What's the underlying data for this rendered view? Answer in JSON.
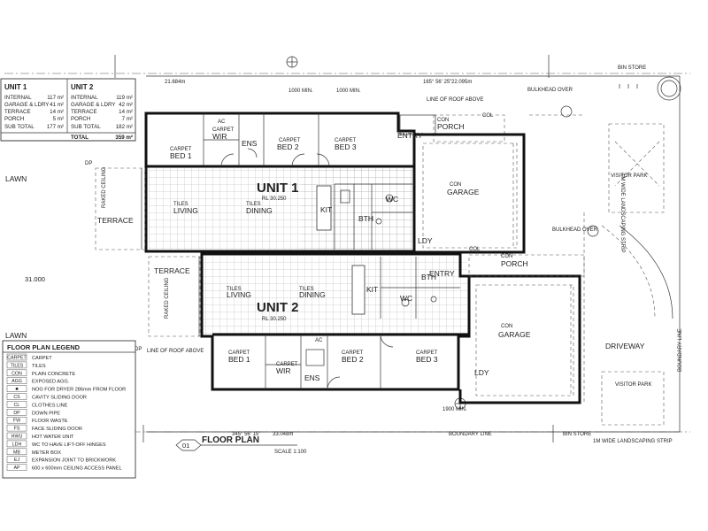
{
  "areas": {
    "unit1": {
      "title": "UNIT 1",
      "rows": [
        {
          "label": "INTERNAL",
          "value": "117 m²"
        },
        {
          "label": "GARAGE & LDRY",
          "value": "41 m²"
        },
        {
          "label": "TERRACE",
          "value": "14 m²"
        },
        {
          "label": "PORCH",
          "value": "5 m²"
        },
        {
          "label": "SUB TOTAL",
          "value": "177 m²"
        }
      ]
    },
    "unit2": {
      "title": "UNIT 2",
      "rows": [
        {
          "label": "INTERNAL",
          "value": "119 m²"
        },
        {
          "label": "GARAGE & LDRY",
          "value": "42 m²"
        },
        {
          "label": "TERRACE",
          "value": "14 m²"
        },
        {
          "label": "PORCH",
          "value": "7 m²"
        },
        {
          "label": "SUB TOTAL",
          "value": "182 m²"
        }
      ]
    },
    "total_label": "TOTAL",
    "total_value": "359 m²"
  },
  "units": {
    "unit1": {
      "name": "UNIT 1",
      "rl": "RL 30.250"
    },
    "unit2": {
      "name": "UNIT 2",
      "rl": "RL 30.250"
    }
  },
  "rooms": {
    "bed1": "BED 1",
    "bed2": "BED 2",
    "bed3": "BED 3",
    "wir": "WIR",
    "ens": "ENS",
    "living": "LIVING",
    "dining": "DINING",
    "kit": "KIT",
    "wc": "WC",
    "bth": "BTH",
    "ldy": "LDY",
    "garage": "GARAGE",
    "porch": "PORCH",
    "entry": "ENTRY",
    "terrace": "TERRACE"
  },
  "finishes": {
    "carpet": "CARPET",
    "tiles": "TILES",
    "con": "CON"
  },
  "site": {
    "lawn": "LAWN",
    "driveway": "DRIVEWAY",
    "bin_store": "BIN STORE",
    "boundary_line": "BOUNDARY LINE",
    "landscaping": "1M WIDE LANDSCAPING STRIP",
    "visitor_park": "VISITOR PARK",
    "bulkhead_over": "BULKHEAD OVER",
    "line_of_roof_above": "LINE OF ROOF ABOVE",
    "raked_ceiling": "RAKED CEILING",
    "min_1000": "1000 MIN.",
    "dim_31": "31.000",
    "dim_21684": "21.684m",
    "dim_22095": "22.095m",
    "dim_33048": "33.048m",
    "bearing_top": "165° 56' 25\"",
    "bearing_bottom": "345° 56' 15\"",
    "dim_1900": "1900 MIN.",
    "col": "COL",
    "dp": "DP",
    "ac": "AC"
  },
  "title_block": {
    "number": "01",
    "title": "FLOOR PLAN",
    "scale": "SCALE 1:100"
  },
  "legend": {
    "title": "FLOOR PLAN LEGEND",
    "items": [
      {
        "code": "CARPET",
        "desc": "CARPET"
      },
      {
        "code": "TILES",
        "desc": "TILES"
      },
      {
        "code": "CON",
        "desc": "PLAIN CONCRETE"
      },
      {
        "code": "AGG",
        "desc": "EXPOSED AGG."
      },
      {
        "code": "■",
        "desc": "NOG FOR DRYER 286mm FROM FLOOR"
      },
      {
        "code": "CS",
        "desc": "CAVITY SLIDING DOOR"
      },
      {
        "code": "CL",
        "desc": "CLOTHES LINE"
      },
      {
        "code": "DP",
        "desc": "DOWN PIPE"
      },
      {
        "code": "FW",
        "desc": "FLOOR WASTE"
      },
      {
        "code": "FS",
        "desc": "FACE SLIDING DOOR"
      },
      {
        "code": "HWU",
        "desc": "HOT WATER UNIT"
      },
      {
        "code": "LDH",
        "desc": "WC TO HAVE LIFT-OFF HINGES"
      },
      {
        "code": "MB",
        "desc": "METER BOX"
      },
      {
        "code": "EJ",
        "desc": "EXPANSION JOINT TO BRICKWORK"
      },
      {
        "code": "AP",
        "desc": "600 x 600mm CEILING ACCESS PANEL"
      }
    ]
  }
}
